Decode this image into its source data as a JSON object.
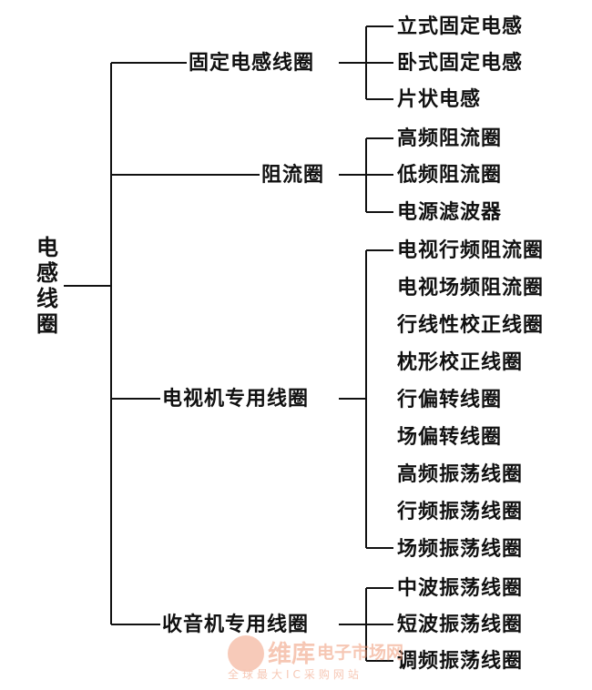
{
  "root": {
    "label": "电感线圈",
    "chars": [
      "电",
      "感",
      "线",
      "圈"
    ]
  },
  "groups": [
    {
      "label": "固定电感线圈",
      "items": [
        "立式固定电感",
        "卧式固定电感",
        "片状电感"
      ]
    },
    {
      "label": "阻流圈",
      "items": [
        "高频阻流圈",
        "低频阻流圈",
        "电源滤波器"
      ]
    },
    {
      "label": "电视机专用线圈",
      "items": [
        "电视行频阻流圈",
        "电视场频阻流圈",
        "行线性校正线圈",
        "枕形校正线圈",
        "行偏转线圈",
        "场偏转线圈",
        "高频振荡线圈",
        "行频振荡线圈",
        "场频振荡线圈"
      ]
    },
    {
      "label": "收音机专用线圈",
      "items": [
        "中波振荡线圈",
        "短波振荡线圈",
        "调频振荡线圈"
      ]
    }
  ],
  "watermark": {
    "brand": "维库",
    "site": "电子市场网",
    "slogan": "全球最大IC采购网站"
  },
  "colors": {
    "line": "#111111",
    "text": "#111111",
    "watermark": "#f09a78"
  }
}
